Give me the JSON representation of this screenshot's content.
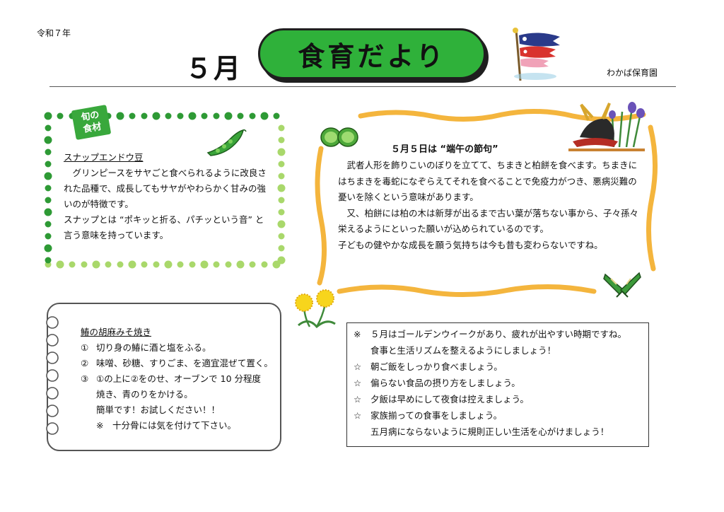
{
  "header": {
    "era": "令和７年",
    "month": "５月",
    "title": "食育だより",
    "school": "わかば保育園"
  },
  "seasonal": {
    "badge_line1": "旬の",
    "badge_line2": "食材",
    "heading": "スナップエンドウ豆",
    "paragraphs": [
      "　グリンピースをサヤごと食べられるように改良された品種で、成長してもサヤがやわらかく甘みの強いのが特徴です。",
      "スナップとは “ポキッと折る、パチッという音” と言う意味を持っています。"
    ]
  },
  "festival": {
    "title": "５月５日は “端午の節句”",
    "paragraphs": [
      "　武者人形を飾りこいのぼりを立てて、ちまきと柏餅を食べます。ちまきにはちまきを毒蛇になぞらえてそれを食べることで免疫力がつき、悪病災難の憂いを除くという意味があります。",
      "　又、柏餅には柏の木は新芽が出るまで古い葉が落ちない事から、子々孫々栄えるようにといった願いが込められているのです。",
      "子どもの健やかな成長を願う気持ちは今も昔も変わらないですね。"
    ]
  },
  "recipe": {
    "heading": "鰆の胡麻みそ焼き",
    "steps": [
      {
        "num": "①",
        "text": "切り身の鰆に酒と塩をふる。"
      },
      {
        "num": "②",
        "text": "味噌、砂糖、すりごま、を適宜混ぜて置く。"
      },
      {
        "num": "③",
        "text": "①の上に②をのせ、オーブンで 10 分程度"
      }
    ],
    "continued": "焼き、青のりをかける。",
    "easy": "簡単です！お試しください！！",
    "note": "※　十分骨には気を付けて下さい。"
  },
  "golden_week": {
    "lines": [
      {
        "mark": "※",
        "text": "５月はゴールデンウイークがあり、疲れが出やすい時期ですね。"
      },
      {
        "mark": "",
        "text": "食事と生活リズムを整えるようにしましょう！"
      },
      {
        "mark": "☆",
        "text": "朝ご飯をしっかり食べましょう。"
      },
      {
        "mark": "☆",
        "text": "偏らない食品の摂り方をしましょう。"
      },
      {
        "mark": "☆",
        "text": "夕飯は早めにして夜食は控えましょう。"
      },
      {
        "mark": "☆",
        "text": "家族揃っての食事をしましょう。"
      },
      {
        "mark": "",
        "text": "五月病にならないように規則正しい生活を心がけましょう！"
      }
    ]
  },
  "colors": {
    "accent_green": "#2fb13a",
    "dot_light_green": "#a9d86b",
    "dot_dark_green": "#2e9a35",
    "wavy_orange": "#f4b53d"
  },
  "icons": [
    "koinobori-icon",
    "snap-pea-icon",
    "kashiwa-mochi-icon",
    "kabuto-helmet-icon",
    "chimaki-icon",
    "dandelion-icon"
  ]
}
